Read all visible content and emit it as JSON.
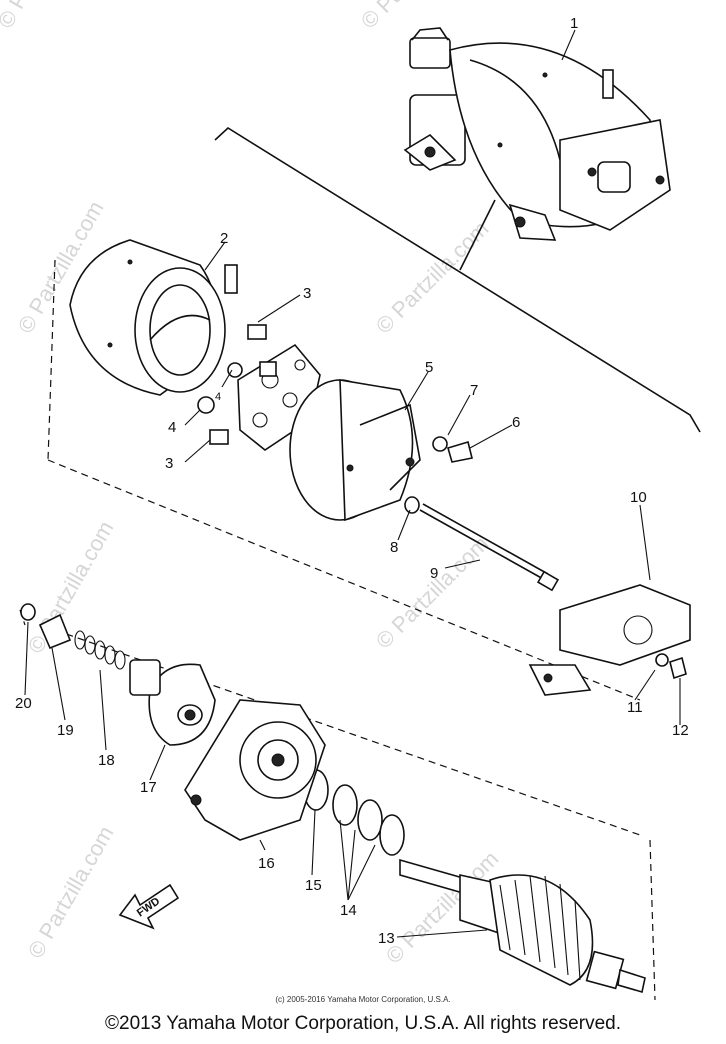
{
  "watermark": "© Partzilla.com",
  "fwd_label": "FWD",
  "small_copyright": "(c) 2005-2016 Yamaha Motor Corporation, U.S.A.",
  "copyright": "©2013 Yamaha Motor Corporation, U.S.A. All rights reserved.",
  "callouts": [
    "1",
    "2",
    "3",
    "3",
    "4",
    "4",
    "5",
    "6",
    "7",
    "8",
    "9",
    "10",
    "11",
    "12",
    "13",
    "14",
    "15",
    "16",
    "17",
    "18",
    "19",
    "20"
  ]
}
